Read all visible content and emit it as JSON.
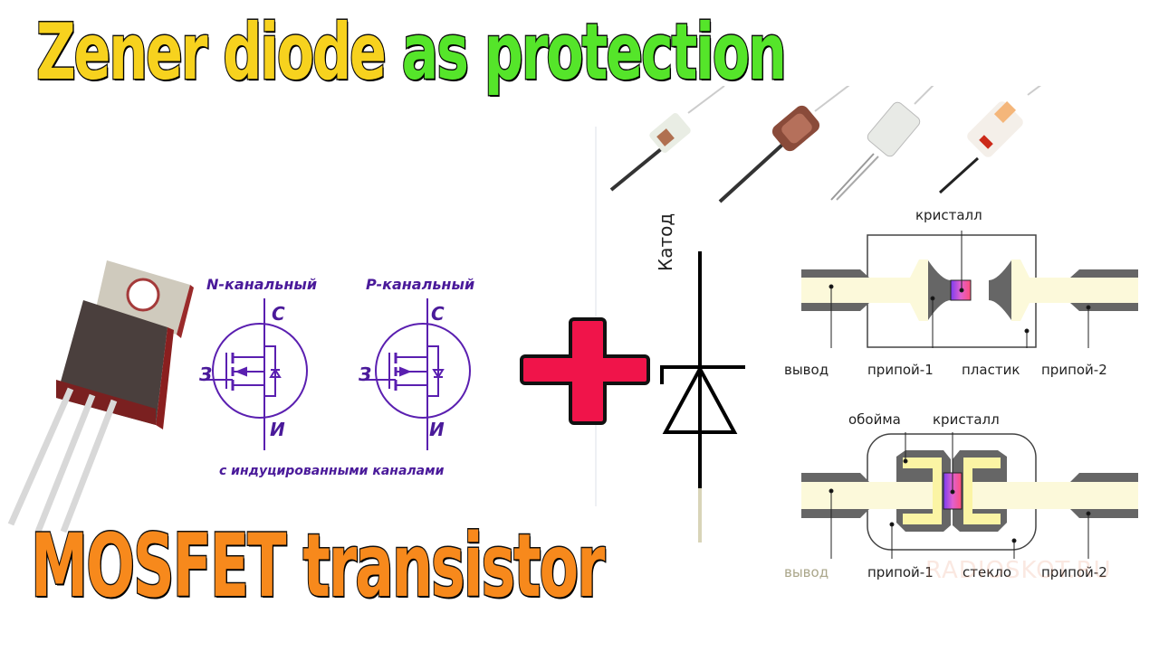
{
  "title": {
    "line1_part1": "Zener diode",
    "line1_part2": "as protection",
    "line2": "MOSFET transistor"
  },
  "mosfet_diagram": {
    "n_channel_label": "N-канальный",
    "p_channel_label": "P-канальный",
    "drain_label": "С",
    "gate_label": "З",
    "source_label": "И",
    "caption": "с индуцированными каналами"
  },
  "plus_sign": "+",
  "zener_symbol": {
    "cathode_label": "Катод"
  },
  "diode_structure_plastic": {
    "crystal_label": "кристалл",
    "lead_label": "вывод",
    "solder1_label": "припой-1",
    "plastic_label": "пластик",
    "solder2_label": "припой-2"
  },
  "diode_structure_glass": {
    "holder_label": "обойма",
    "crystal_label": "кристалл",
    "lead_label": "вывод",
    "solder1_label": "припой-1",
    "glass_label": "стекло",
    "solder2_label": "припой-2"
  },
  "watermark": "RADIOSKOT.RU",
  "colors": {
    "title_yellow": "#f7d21e",
    "title_green": "#55e52a",
    "title_orange": "#f7891c",
    "plus_red": "#f0144a",
    "mosfet_purple": "#5a1fb0"
  }
}
